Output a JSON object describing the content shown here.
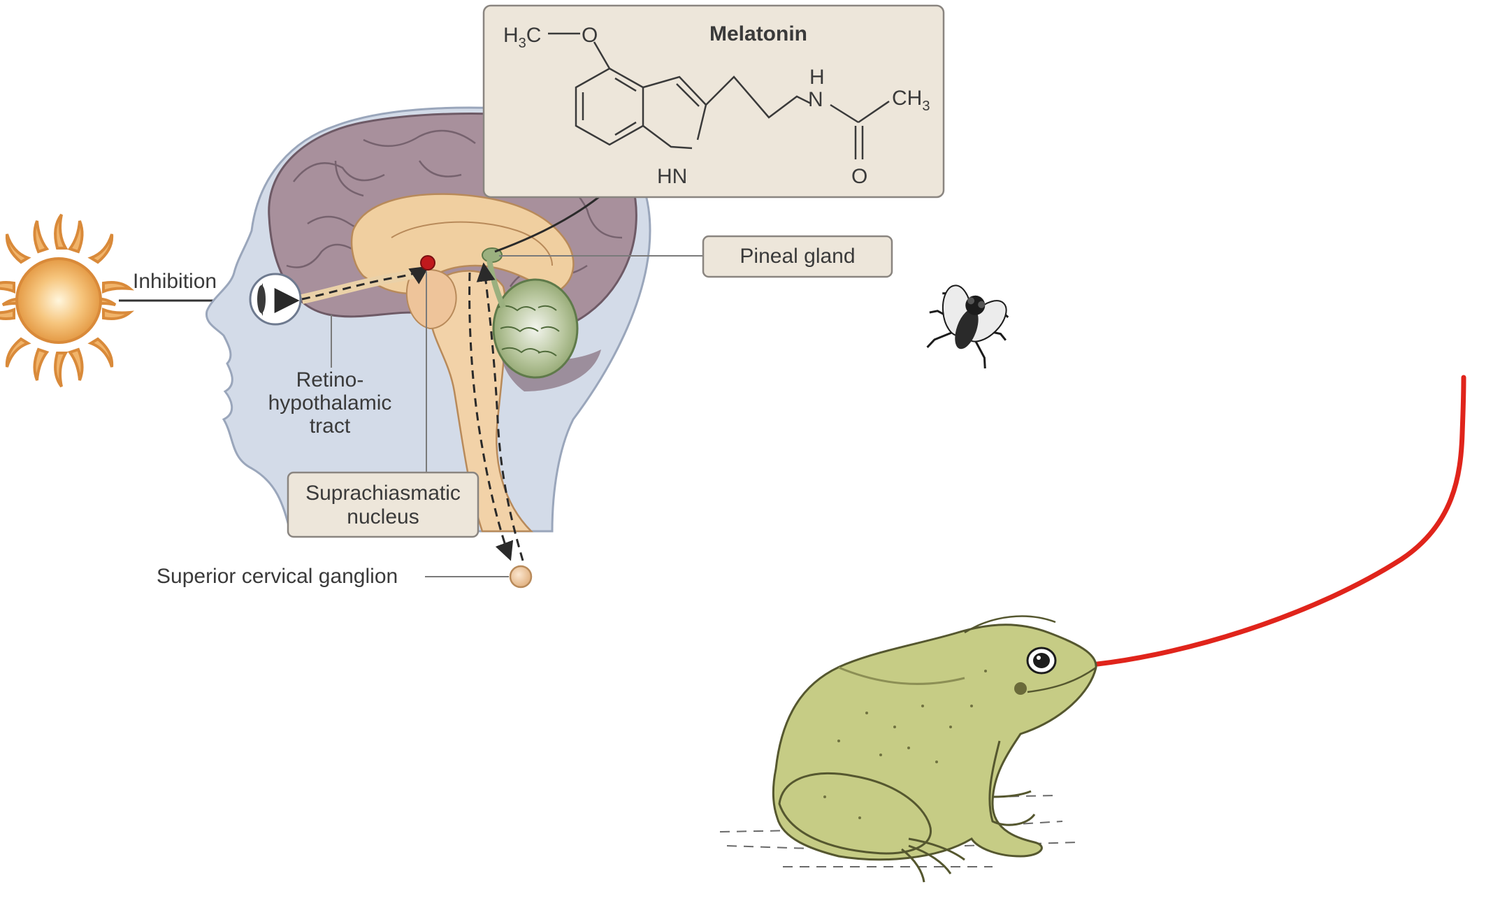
{
  "labels": {
    "melatonin_title": "Melatonin",
    "inhibition": "Inhibition",
    "retino_line1": "Retino-",
    "retino_line2": "hypothalamic",
    "retino_line3": "tract",
    "pineal_gland": "Pineal gland",
    "scn_line1": "Suprachiasmatic",
    "scn_line2": "nucleus",
    "superior_cervical_ganglion": "Superior cervical ganglion"
  },
  "chemistry": {
    "h3c_h": "H",
    "h3c_sub": "3",
    "h3c_c": "C",
    "oxygen_top": "O",
    "nh_h": "H",
    "nh_n": "N",
    "ch3_ch": "CH",
    "ch3_sub": "3",
    "carbonyl_o": "O",
    "hn": "HN"
  },
  "icons": [
    "sun-icon",
    "eye-icon",
    "brain-icon",
    "fly-icon",
    "frog-icon",
    "tongue-line"
  ],
  "colors": {
    "box_fill": "#ede6da",
    "box_stroke": "#8a8580",
    "head_fill": "#d3dbe8",
    "brain_fill": "#a8909c",
    "tongue_red": "#e0241b",
    "frog_green": "#c6cc85",
    "cerebellum": "#9bb07f",
    "scn_red": "#c0191d"
  }
}
